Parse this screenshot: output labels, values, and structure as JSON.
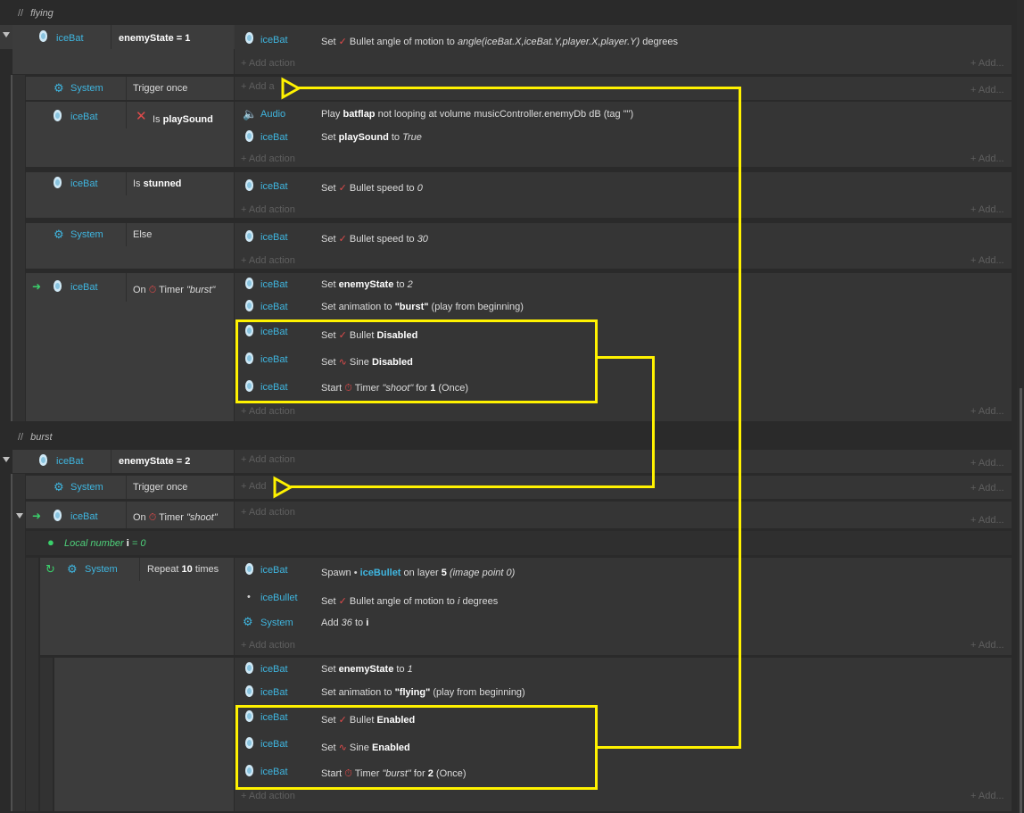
{
  "groups": {
    "flying": "flying",
    "burst": "burst"
  },
  "common": {
    "add_action": "+ Add action",
    "add_more": "+ Add..."
  },
  "flying": {
    "root_obj": "iceBat",
    "root_cond": "enemyState = 1",
    "root_action_obj": "iceBat",
    "root_action": "Set  Bullet angle of motion to angle(iceBat.X,iceBat.Y,player.X,player.Y) degrees",
    "trigger_obj": "System",
    "trigger_cond": "Trigger once",
    "playsound_obj": "iceBat",
    "playsound_cond": "Is playSound",
    "playsound_actions": [
      {
        "obj": "Audio",
        "text": "Play batflap not looping at volume musicController.enemyDb dB (tag \"\")"
      },
      {
        "obj": "iceBat",
        "text": "Set playSound to True"
      }
    ],
    "stunned_obj": "iceBat",
    "stunned_cond": "Is stunned",
    "stunned_action_obj": "iceBat",
    "stunned_action": "Set  Bullet speed to 0",
    "else_obj": "System",
    "else_cond": "Else",
    "else_action_obj": "iceBat",
    "else_action": "Set  Bullet speed to 30",
    "timer_obj": "iceBat",
    "timer_cond": "On  Timer \"burst\"",
    "timer_actions": [
      {
        "obj": "iceBat",
        "text": "Set enemyState to 2"
      },
      {
        "obj": "iceBat",
        "text": "Set animation to \"burst\" (play from beginning)"
      },
      {
        "obj": "iceBat",
        "text": "Set  Bullet Disabled"
      },
      {
        "obj": "iceBat",
        "text": "Set  Sine Disabled"
      },
      {
        "obj": "iceBat",
        "text": "Start  Timer \"shoot\" for 1 (Once)"
      }
    ]
  },
  "burst": {
    "root_obj": "iceBat",
    "root_cond": "enemyState = 2",
    "trigger_obj": "System",
    "trigger_cond": "Trigger once",
    "timer_obj": "iceBat",
    "timer_cond": "On  Timer \"shoot\"",
    "local_var": "Local number i = 0",
    "repeat_obj": "System",
    "repeat_cond": "Repeat 10 times",
    "repeat_actions": [
      {
        "obj": "iceBat",
        "text": "Spawn  iceBullet on layer 5 (image point 0)"
      },
      {
        "obj": "iceBullet",
        "text": "Set  Bullet angle of motion to i degrees"
      },
      {
        "obj": "System",
        "text": "Add 36 to i"
      }
    ],
    "after_actions": [
      {
        "obj": "iceBat",
        "text": "Set enemyState to 1"
      },
      {
        "obj": "iceBat",
        "text": "Set animation to \"flying\" (play from beginning)"
      },
      {
        "obj": "iceBat",
        "text": "Set  Bullet Enabled"
      },
      {
        "obj": "iceBat",
        "text": "Set  Sine Enabled"
      },
      {
        "obj": "iceBat",
        "text": "Start  Timer \"burst\" for 2 (Once)"
      }
    ]
  },
  "colors": {
    "accent": "#3fb6e0",
    "highlight": "#fff200",
    "background": "#2a2a2a"
  }
}
